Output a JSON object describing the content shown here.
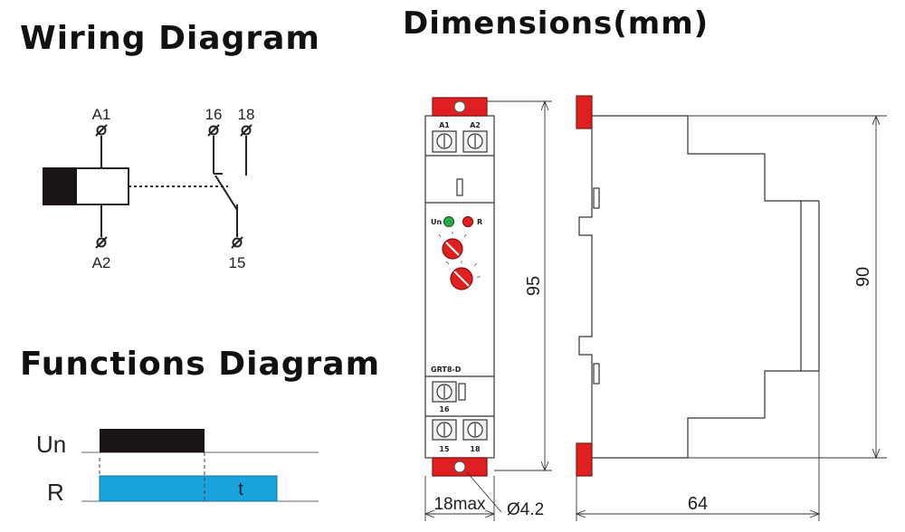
{
  "titles": {
    "wiring": "Wiring Diagram",
    "dimensions": "Dimensions(mm)",
    "functions": "Functions Diagram"
  },
  "wiring": {
    "terminals": {
      "a1": "A1",
      "a2": "A2",
      "t16": "16",
      "t18": "18",
      "t15": "15"
    }
  },
  "functions": {
    "signals": {
      "un": "Un",
      "r": "R"
    },
    "time_label": "t",
    "colors": {
      "un_bar": "#1a1414",
      "r_bar": "#1ba3de"
    }
  },
  "device": {
    "top_terminals": [
      "A1",
      "A2"
    ],
    "indicators": {
      "un": "Un",
      "r": "R"
    },
    "model": "GRT8-D",
    "bottom_terminals": [
      "16",
      "15",
      "18"
    ],
    "colors": {
      "clip": "#e02020",
      "un_led": "#29a84a",
      "r_led": "#e02020",
      "knob": "#e02020"
    }
  },
  "dimensions": {
    "height_front": "95",
    "height_side": "90",
    "width_front": "18max",
    "hole": "Ø4.2",
    "depth_side": "64"
  }
}
